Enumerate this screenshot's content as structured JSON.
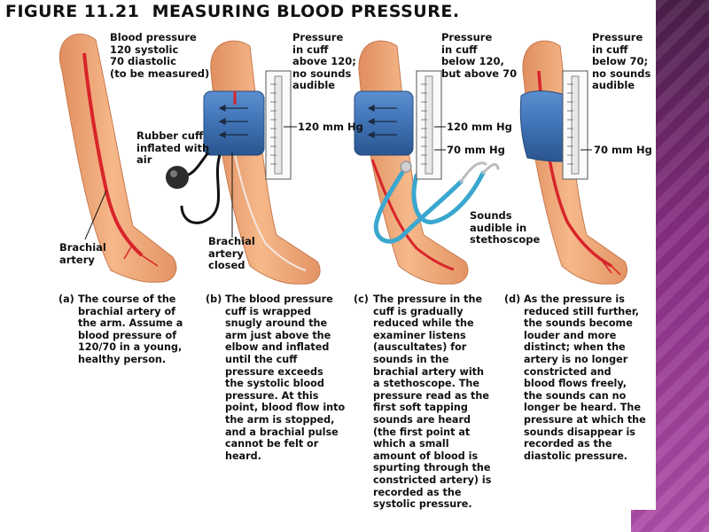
{
  "title": {
    "figure_number": "FIGURE 11.21",
    "text": "MEASURING BLOOD PRESSURE."
  },
  "labels": {
    "bp_values": "Blood pressure\n120 systolic\n70 diastolic\n(to be measured)",
    "brachial_artery": "Brachial\nartery",
    "rubber_cuff": "Rubber cuff\ninflated with\nair",
    "brachial_closed": "Brachial\nartery\nclosed",
    "pressure_b": "Pressure\nin cuff\nabove 120;\nno sounds\naudible",
    "gauge_b_120": "120 mm Hg",
    "pressure_c": "Pressure\nin cuff\nbelow 120,\nbut above 70",
    "gauge_c_120": "120 mm Hg",
    "gauge_c_70": "70 mm Hg",
    "sounds_audible": "Sounds\naudible in\nstethoscope",
    "pressure_d": "Pressure\nin cuff\nbelow 70;\nno sounds\naudible",
    "gauge_d_70": "70 mm Hg"
  },
  "captions": {
    "a": {
      "letter": "(a)",
      "text": "The course of the\nbrachial artery of\nthe arm. Assume a\nblood pressure of\n120/70 in a young,\nhealthy person."
    },
    "b": {
      "letter": "(b)",
      "text": "The blood pressure\ncuff is wrapped\nsnugly around the\narm just above the\nelbow and inflated\nuntil the cuff\npressure exceeds\nthe systolic blood\npressure. At this\npoint, blood flow into\nthe arm is stopped,\nand a brachial pulse\ncannot be felt or\nheard."
    },
    "c": {
      "letter": "(c)",
      "text": "The pressure in the\ncuff is gradually\nreduced while the\nexaminer listens\n(auscultates) for\nsounds in the\nbrachial artery with\na stethoscope. The\npressure read as the\nfirst soft tapping\nsounds are heard\n(the first point at\nwhich a small\namount of blood is\nspurting through the\nconstricted artery) is\nrecorded as the\nsystolic pressure."
    },
    "d": {
      "letter": "(d)",
      "text": "As the pressure is\nreduced still further,\nthe sounds become\nlouder and more\ndistinct; when the\nartery is no longer\nconstricted and\nblood flows freely,\nthe sounds can no\nlonger be heard. The\npressure at which the\nsounds disappear is\nrecorded as the\ndiastolic pressure."
    }
  },
  "colors": {
    "skin": "#f0a97a",
    "skin_shade": "#d9865a",
    "artery": "#d8242a",
    "cuff": "#3f72b4",
    "cuff_dark": "#2a5590",
    "tubing": "#3aa7cf",
    "frame": "#7a2a78"
  }
}
